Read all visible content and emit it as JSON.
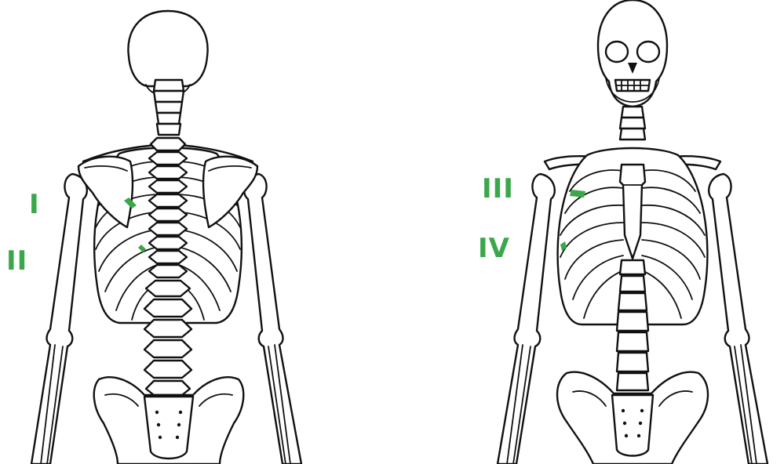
{
  "labels": {
    "I": "I",
    "II": "II",
    "III": "III",
    "IV": "IV"
  },
  "colors": {
    "label": "#3aa84a",
    "outline": "#111111",
    "background": "#ffffff"
  }
}
